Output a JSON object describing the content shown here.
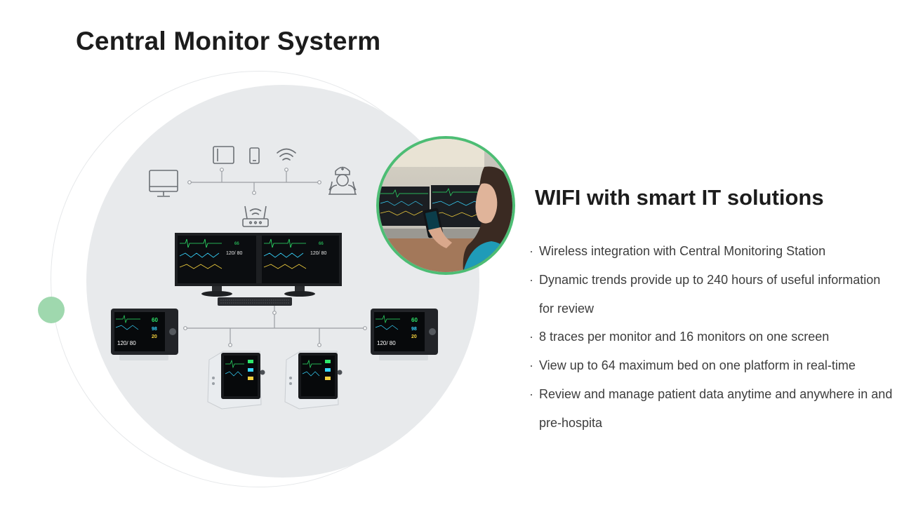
{
  "page": {
    "title": "Central Monitor Systerm"
  },
  "section": {
    "title": "WIFI with smart IT solutions",
    "bullet_char": "·",
    "features": [
      "Wireless integration with Central Monitoring Station",
      "Dynamic trends provide up to 240 hours of useful information for review",
      "8 traces per monitor and 16 monitors on one screen",
      "View up to 64 maximum bed on one platform in real-time",
      "Review and manage patient data anytime and anywhere in and pre-hospita"
    ]
  },
  "monitor_readouts": {
    "hr": "60",
    "spo2": "98",
    "resp": "20",
    "nibp": "120/ 80",
    "central_hr": "66",
    "central_nibp": "120/ 80"
  },
  "colors": {
    "accent_green": "#4dbd74",
    "soft_green": "#9fd8ae",
    "disc_gray": "#e8eaec",
    "hr_green": "#2ee66b",
    "spo2_cyan": "#37d6ff",
    "resp_yellow": "#f4d13d"
  },
  "icons": [
    "desktop-icon",
    "tablet-icon",
    "phone-icon",
    "wifi-icon",
    "doctor-icon",
    "router-icon"
  ]
}
